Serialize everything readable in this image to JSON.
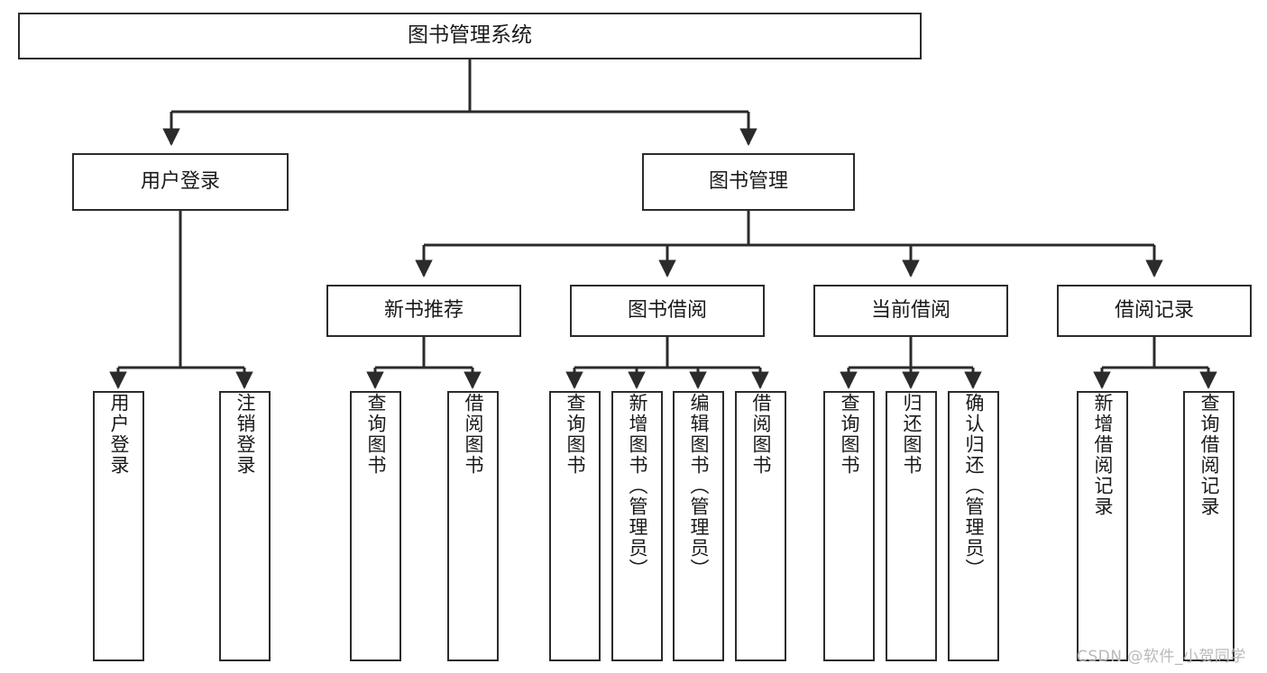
{
  "diagram": {
    "title": "图书管理系统",
    "type": "tree-hierarchy-chart",
    "colors": {
      "box_border": "#2b2b2b",
      "box_fill": "#ffffff",
      "edge": "#2b2b2b",
      "text": "#1a1a1a",
      "watermark": "#b9b9b9"
    }
  },
  "watermark": {
    "text": "CSDN @软件_小贺同学"
  },
  "nodes": {
    "root": {
      "label": "图书管理系统"
    },
    "level2": [
      {
        "label": "用户登录"
      },
      {
        "label": "图书管理"
      }
    ],
    "level3": [
      {
        "label": "新书推荐"
      },
      {
        "label": "图书借阅"
      },
      {
        "label": "当前借阅"
      },
      {
        "label": "借阅记录"
      }
    ],
    "leaves_user_login": [
      {
        "label": "用户登录"
      },
      {
        "label": "注销登录"
      }
    ],
    "leaves_new_book": [
      {
        "label": "查询图书"
      },
      {
        "label": "借阅图书"
      }
    ],
    "leaves_borrow": [
      {
        "label": "查询图书"
      },
      {
        "label": "新增图书（管理员）"
      },
      {
        "label": "编辑图书（管理员）"
      },
      {
        "label": "借阅图书"
      }
    ],
    "leaves_current": [
      {
        "label": "查询图书"
      },
      {
        "label": "归还图书"
      },
      {
        "label": "确认归还（管理员）"
      }
    ],
    "leaves_record": [
      {
        "label": "新增借阅记录"
      },
      {
        "label": "查询借阅记录"
      }
    ]
  }
}
